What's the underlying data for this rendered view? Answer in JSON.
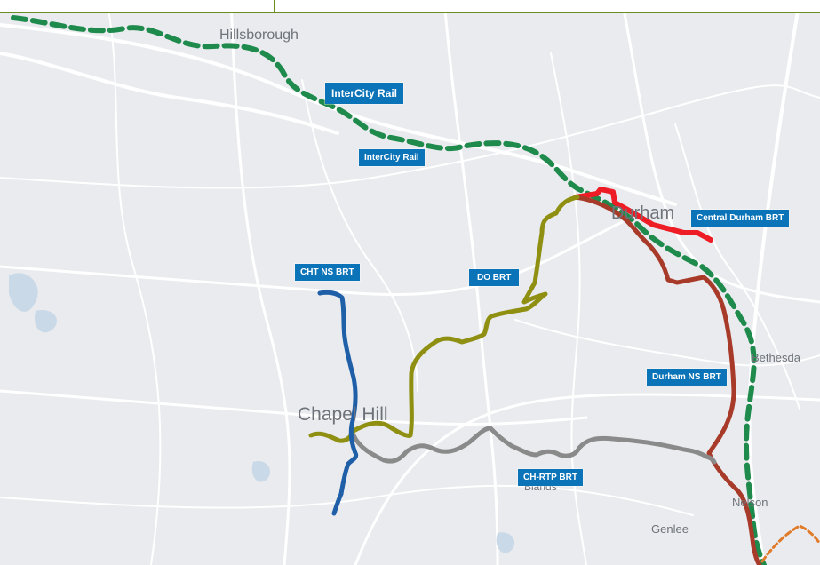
{
  "map": {
    "places": [
      {
        "name": "Hillsborough"
      },
      {
        "name": "Durham"
      },
      {
        "name": "Chapel Hill"
      },
      {
        "name": "Bethesda"
      },
      {
        "name": "Nelson"
      },
      {
        "name": "Genlee"
      },
      {
        "name": "Blands"
      }
    ],
    "route_labels": [
      {
        "text": "InterCity Rail"
      },
      {
        "text": "InterCity Rail"
      },
      {
        "text": "Central Durham BRT"
      },
      {
        "text": "CHT NS BRT"
      },
      {
        "text": "DO BRT"
      },
      {
        "text": "Durham NS BRT"
      },
      {
        "text": "CH-RTP BRT"
      }
    ],
    "colors": {
      "intercity_rail": "#1e8a4c",
      "central_durham_brt": "#ee1c24",
      "cht_ns_brt": "#1f5fa8",
      "do_brt": "#8f8f12",
      "durham_ns_brt": "#a83a2a",
      "ch_rtp_brt": "#8a8a8a",
      "other_route": "#e07b2a",
      "label_fill": "#0b73b8",
      "map_background": "#e9ebee"
    }
  }
}
